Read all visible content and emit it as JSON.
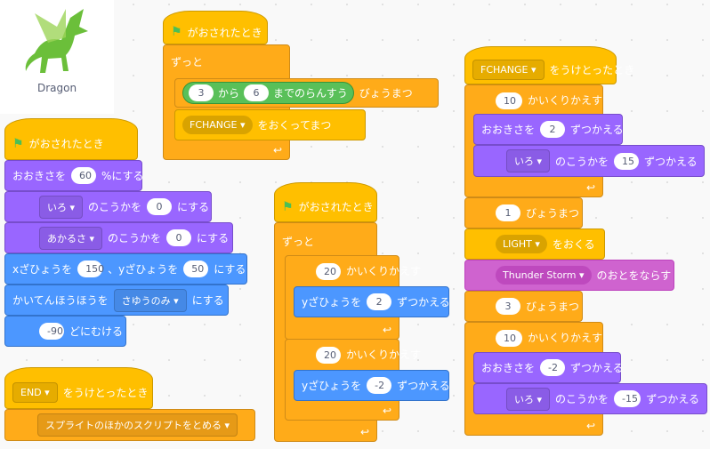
{
  "sprite": {
    "name": "Dragon"
  },
  "colors": {
    "events": "#FFBF00",
    "control": "#FFAB19",
    "looks": "#9966FF",
    "motion": "#4C97FF",
    "sound": "#CF63CF",
    "operators": "#59C059"
  },
  "s1": {
    "hat": "がおされたとき",
    "forever": "ずっと",
    "rand_from": "3",
    "rand_mid": "から",
    "rand_to": "6",
    "rand_end": "までのらんすう",
    "wait_end": "びょうまつ",
    "msg": "FCHANGE",
    "broadcast_wait": "をおくってまつ"
  },
  "s2": {
    "hat": "がおされたとき",
    "size_pre": "おおきさを",
    "size_val": "60",
    "size_post": "%にする",
    "eff1": "いろ",
    "eff1_mid": "のこうかを",
    "eff1_val": "0",
    "eff1_post": "にする",
    "eff2": "あかるさ",
    "eff2_mid": "のこうかを",
    "eff2_val": "0",
    "eff2_post": "にする",
    "x_pre": "xざひょうを",
    "x_val": "150",
    "y_pre": "、yざひょうを",
    "y_val": "50",
    "xy_post": "にする",
    "rot_pre": "かいてんほうほうを",
    "rot_val": "さゆうのみ",
    "rot_post": "にする",
    "dir_val": "-90",
    "dir_post": "どにむける"
  },
  "s3": {
    "msg": "END",
    "hat": "をうけとったとき",
    "stop": "スプライトのほかのスクリプトをとめる"
  },
  "s4": {
    "hat": "がおされたとき",
    "forever": "ずっと",
    "rep1": "20",
    "rep1_post": "かいくりかえす",
    "y1_pre": "yざひょうを",
    "y1_val": "2",
    "y1_post": "ずつかえる",
    "rep2": "20",
    "rep2_post": "かいくりかえす",
    "y2_pre": "yざひょうを",
    "y2_val": "-2",
    "y2_post": "ずつかえる"
  },
  "s5": {
    "msg": "FCHANGE",
    "hat": "をうけとったとき",
    "rep1": "10",
    "rep_post": "かいくりかえす",
    "size1_pre": "おおきさを",
    "size1_val": "2",
    "size1_post": "ずつかえる",
    "col1": "いろ",
    "col1_mid": "のこうかを",
    "col1_val": "15",
    "col1_post": "ずつかえる",
    "wait1": "1",
    "wait_post": "びょうまつ",
    "light": "LIGHT",
    "send": "をおくる",
    "sound": "Thunder Storm",
    "play": "のおとをならす",
    "wait2": "3",
    "rep2": "10",
    "size2_val": "-2",
    "col2_val": "-15"
  }
}
